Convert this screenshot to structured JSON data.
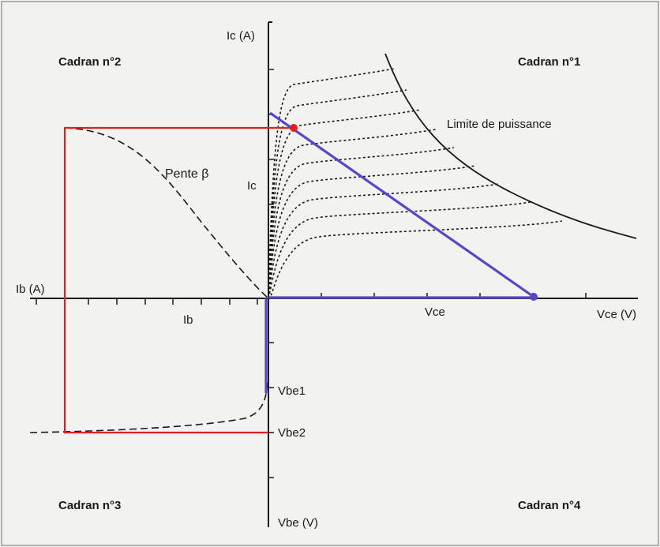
{
  "quadrants": {
    "q1": "Cadran n°1",
    "q2": "Cadran n°2",
    "q3": "Cadran n°3",
    "q4": "Cadran n°4"
  },
  "axes": {
    "ic_axis": "Ic (A)",
    "ib_axis": "Ib (A)",
    "vce_axis": "Vce (V)",
    "vbe_axis": "Vbe (V)"
  },
  "labels": {
    "ic": "Ic",
    "ib": "Ib",
    "vce": "Vce",
    "vbe1": "Vbe1",
    "vbe2": "Vbe2",
    "pente": "Pente β",
    "limite": "Limite de puissance"
  },
  "colors": {
    "frame_bg": "#f2f2ef",
    "axis": "#1a1a1a",
    "red": "#e02020",
    "blue": "#5a45c8"
  }
}
